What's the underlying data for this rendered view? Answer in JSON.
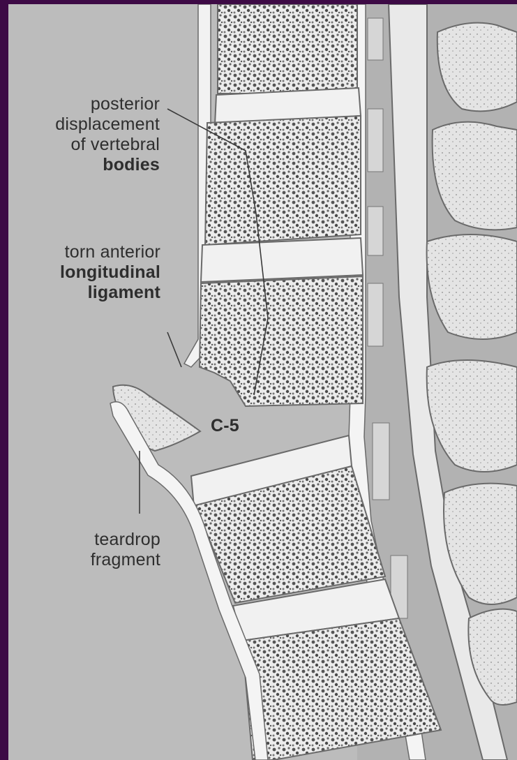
{
  "diagram": {
    "labels": {
      "posterior_displacement": [
        "posterior",
        "displacement",
        "of vertebral",
        "bodies"
      ],
      "torn_ligament": [
        "torn anterior",
        "longitudinal",
        "ligament"
      ],
      "vertebra": "C-5",
      "teardrop": [
        "teardrop",
        "fragment"
      ]
    }
  }
}
